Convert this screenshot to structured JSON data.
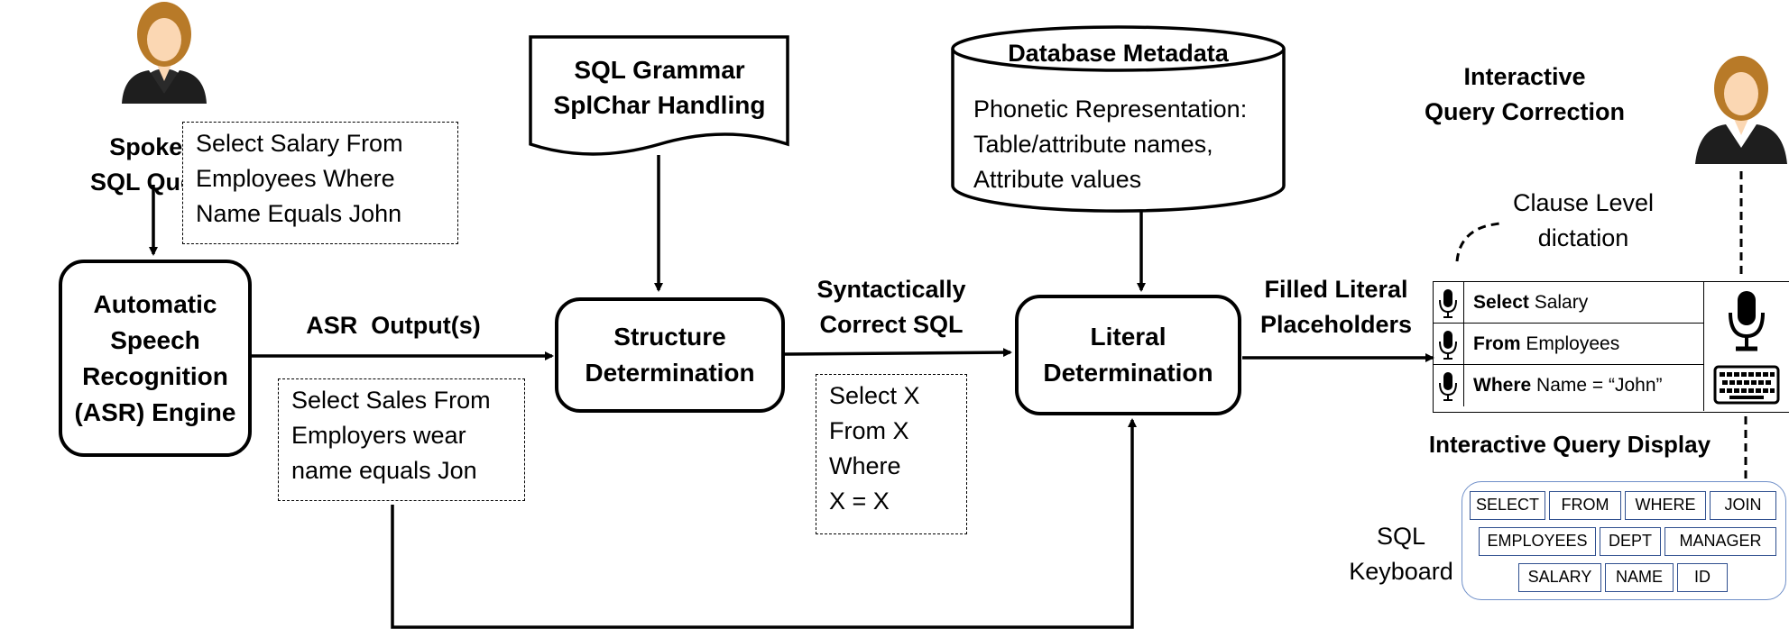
{
  "spoken_label": [
    "Spoken",
    "SQL Query"
  ],
  "spoken_text": [
    "Select Salary From",
    "Employees Where",
    "Name Equals John"
  ],
  "asr_engine": [
    "Automatic",
    "Speech",
    "Recognition",
    "(ASR) Engine"
  ],
  "asr_output_label": "ASR  Output(s)",
  "asr_output_text": [
    "Select Sales From",
    "Employers wear",
    "name equals Jon"
  ],
  "grammar_doc": [
    "SQL Grammar",
    "SplChar Handling"
  ],
  "structure_node": [
    "Structure",
    "Determination"
  ],
  "syntactic_label": [
    "Syntactically",
    "Correct SQL"
  ],
  "structure_output_text": [
    "Select X",
    "From X",
    "Where",
    "X = X"
  ],
  "db_title": "Database Metadata",
  "db_lines": [
    "Phonetic Representation:",
    "Table/attribute names,",
    "Attribute values"
  ],
  "literal_node": [
    "Literal",
    "Determination"
  ],
  "filled_label": [
    "Filled Literal",
    "Placeholders"
  ],
  "correction_title": [
    "Interactive",
    "Query Correction"
  ],
  "clause_label": [
    "Clause Level",
    "dictation"
  ],
  "clauses": [
    {
      "keyword": "Select",
      "rest": " Salary"
    },
    {
      "keyword": "From",
      "rest": " Employees"
    },
    {
      "keyword": "Where",
      "rest": " Name = “John”"
    }
  ],
  "display_title": "Interactive Query Display",
  "keyboard_label": [
    "SQL",
    "Keyboard"
  ],
  "keyboard_rows": [
    [
      "SELECT",
      "FROM",
      "WHERE",
      "JOIN"
    ],
    [
      "EMPLOYEES",
      "DEPT",
      "MANAGER"
    ],
    [
      "SALARY",
      "NAME",
      "ID"
    ]
  ],
  "icons": [
    "user-avatar-icon",
    "microphone-icon",
    "keyboard-icon"
  ],
  "colors": {
    "keyboard_border": "#2f4f8f",
    "skin": "#fbd7b3",
    "hair": "#b87a28"
  }
}
